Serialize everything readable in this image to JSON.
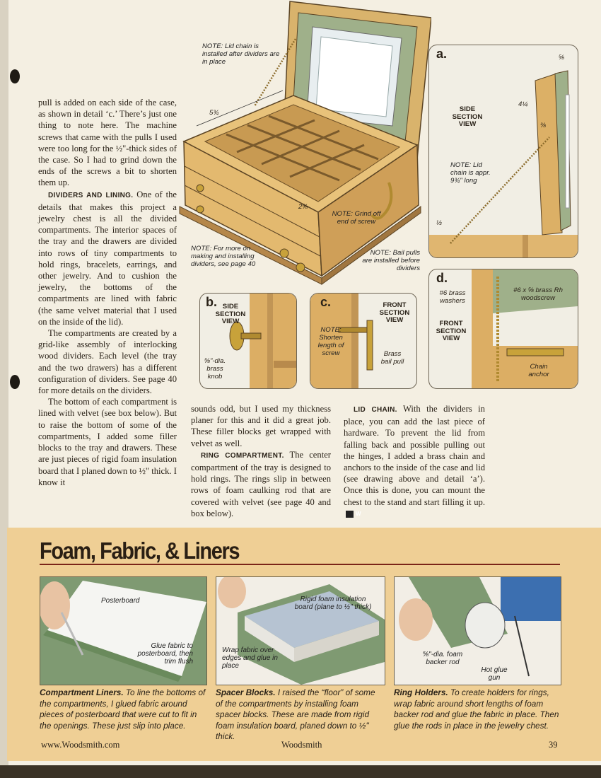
{
  "body": {
    "col1_p1": "pull is added on each side of the case, as shown in detail ‘c.’ There’s just one thing to note here. The machine screws that came with the pulls I used were too long for the ½\"-thick sides of the case. So I had to grind down the ends of the screws a bit to shorten them up.",
    "dividers_heading": "DIVIDERS AND LINING.",
    "dividers_text": " One of the details that makes this project a jewelry chest is all the divided compartments. The interior spaces of the tray and the drawers are divided into rows of tiny compartments to hold rings, bracelets, earrings, and other jewelry. And to cushion the jewelry, the bottoms of the compartments are lined with fabric (the same velvet material that I used on the inside of the lid).",
    "col1_p3": "The compartments are created by a grid-like assembly of interlocking wood dividers. Each level (the tray and the two drawers) has a different configuration of dividers. See page 40 for more details on the dividers.",
    "col1_p4": "The bottom of each compartment is lined with velvet (see box below). But to raise the bottom of some of the compartments, I added some filler blocks to the tray and drawers. These are just pieces of rigid foam insulation board that I planed down to ½\" thick. I know it",
    "col2_p1": "sounds odd, but I used my thickness planer for this and it did a great job. These filler blocks get wrapped with velvet as well.",
    "ring_heading": "RING COMPARTMENT.",
    "ring_text": " The center compartment of the tray is designed to hold rings. The rings slip in between rows of foam caulking rod that are covered with velvet (see page 40 and box below).",
    "lid_heading": "LID CHAIN.",
    "lid_text": " With the dividers in place, you can add the last piece of hardware. To prevent the lid from falling back and possible pulling out the hinges, I added a brass chain and anchors to the inside of the case and lid (see drawing above and detail ‘a’). Once this is done, you can mount the chest to the stand and start filling it up.",
    "end_mark": "W"
  },
  "figure": {
    "note_lid_chain": "NOTE: Lid chain is installed after dividers are in place",
    "dim_main_a": "5¾",
    "dim_main_b": "2⅝",
    "note_making_dividers": "NOTE: For more on making and installing dividers, see page 40",
    "note_grind": "NOTE: Grind off end of screw",
    "note_bail": "NOTE: Bail pulls are installed before dividers",
    "detail_a": {
      "letter": "a.",
      "title": "SIDE SECTION VIEW",
      "dim_top": "⅝",
      "dim_side": "4¼",
      "dim_small": "⅜",
      "dim_bottom": "½",
      "note": "NOTE: Lid chain is appr. 9¾\" long"
    },
    "detail_b": {
      "letter": "b.",
      "title": "SIDE SECTION VIEW",
      "label": "⅝\"-dia. brass knob"
    },
    "detail_c": {
      "letter": "c.",
      "title": "FRONT SECTION VIEW",
      "note": "NOTE: Shorten length of screw",
      "label": "Brass bail pull"
    },
    "detail_d": {
      "letter": "d.",
      "title": "FRONT SECTION VIEW",
      "label_washers": "#6 brass washers",
      "label_screw": "#6 x ⅝ brass Rh woodscrew",
      "label_anchor": "Chain anchor"
    }
  },
  "sidebar": {
    "title": "Foam, Fabric, & Liners",
    "photo1": {
      "label_a": "Posterboard",
      "label_b": "Glue fabric to posterboard, then trim flush"
    },
    "photo2": {
      "label_a": "Rigid foam insulation board (plane to ½\" thick)",
      "label_b": "Wrap fabric over edges and glue in place"
    },
    "photo3": {
      "label_a": "⅝\"-dia. foam backer rod",
      "label_b": "Hot glue gun"
    },
    "caption1_head": "Compartment Liners.",
    "caption1_text": " To line the bottoms of the compartments, I glued fabric around pieces of posterboard that were cut to fit in the openings. These just slip into place.",
    "caption2_head": "Spacer Blocks.",
    "caption2_text": " I raised the “floor” of some of the compartments by installing foam spacer blocks. These are made from rigid foam insulation board, planed down to ½\" thick.",
    "caption3_head": "Ring Holders.",
    "caption3_text": " To create holders for rings, wrap fabric around short lengths of foam backer rod and glue the fabric in place. Then glue the rods in place in the jewelry chest."
  },
  "footer": {
    "url": "www.Woodsmith.com",
    "magazine": "Woodsmith",
    "page_number": "39"
  }
}
